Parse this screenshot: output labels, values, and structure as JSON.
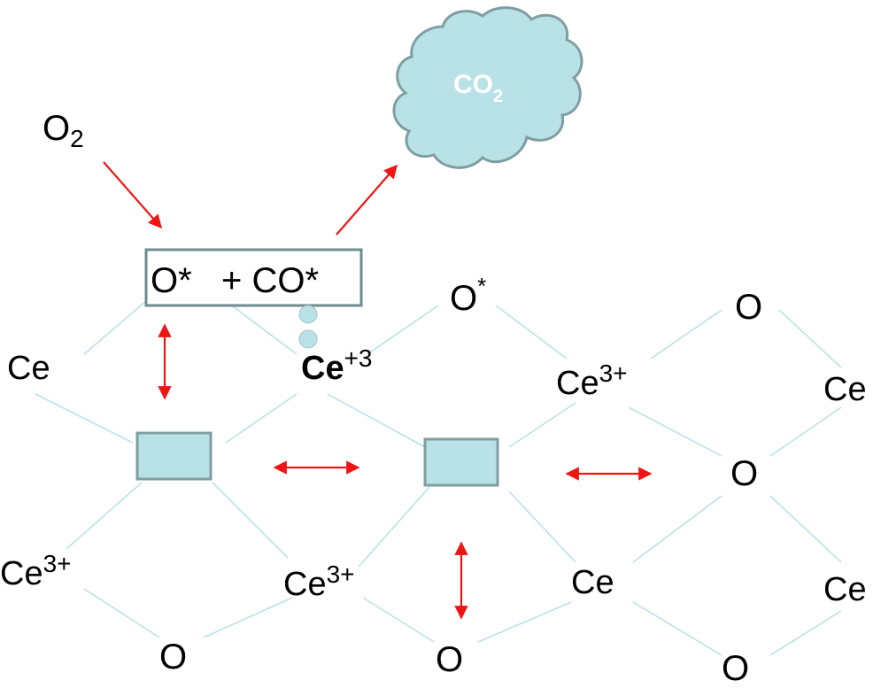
{
  "colors": {
    "arrow": "#f01414",
    "lattice_line": "#b9e2e8",
    "vacancy_fill": "#b9e2e6",
    "vacancy_stroke": "#7f9ea3",
    "cloud_fill": "#b9e2e6",
    "cloud_stroke": "#7f9ea3",
    "text": "#000000"
  },
  "labels": {
    "o2_base": "O",
    "o2_sub": "2",
    "co2_base": "CO",
    "co2_sub": "2",
    "adsorbed_box": "O*   + CO*",
    "o_star_base": "O",
    "o_star_sup": "*",
    "ce_top_left": "Ce",
    "ce_plus3_base": "Ce",
    "ce_plus3_sup": "+3",
    "ce3_mid_base": "Ce",
    "ce3_mid_sup": "3+",
    "o_top_right": "O",
    "ce_right_upper": "Ce",
    "o_right_mid": "O",
    "ce3_bot_left_base": "Ce",
    "ce3_bot_left_sup": "3+",
    "ce3_bot_mid_base": "Ce",
    "ce3_bot_mid_sup": "3+",
    "ce_bot_center": "Ce",
    "ce_right_lower": "Ce",
    "o_bottom_left": "O",
    "o_bottom_mid": "O",
    "o_bottom_right": "O"
  }
}
